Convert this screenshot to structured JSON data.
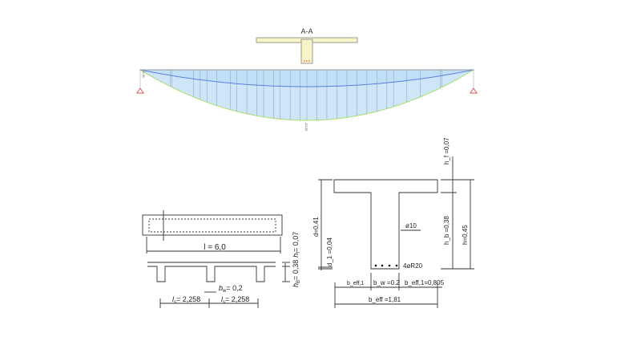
{
  "section_label": "A-A",
  "moment_diagram": {
    "left_value": "0.00",
    "max_value": "-15.65",
    "fill_color": "#cfe6f8",
    "envelope_color": "#a6e06a",
    "line_color": "#5a7fe0"
  },
  "slab_drawing": {
    "span_label": "l = 6,0",
    "bw_label": "b",
    "bw_sub": "w",
    "bw_value": "= 0,2",
    "hf_label": "h",
    "hf_sub": "f",
    "hf_value": "= 0,07",
    "hb_label": "h",
    "hb_sub": "B",
    "hb_value": "= 0,38",
    "ls_label_1": "l",
    "ls_sub": "s",
    "ls_value_1": "= 2,258",
    "ls_value_2": "= 2,258"
  },
  "tbeam_drawing": {
    "hf": "h_f =0,07",
    "hb": "h_b =0,38",
    "h": "h=0,45",
    "d": "d=0,41",
    "d1": "d_1 =0,04",
    "stirrup": "ø10",
    "rebar": "4øR20",
    "beff1_left": "b_eff,1",
    "bw": "b_w =0.2",
    "beff1_right": "b_eff,1=0,805",
    "beff": "b_eff =1,81"
  }
}
